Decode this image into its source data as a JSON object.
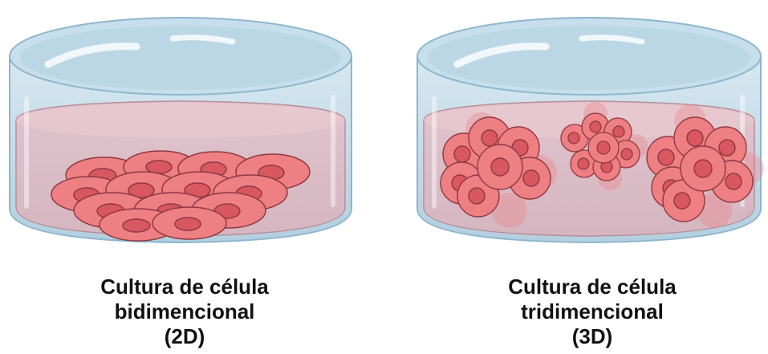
{
  "panels": [
    {
      "id": "2d",
      "caption": {
        "line1": "Cultura de célula",
        "line2": "bidimencional",
        "line3": "(2D)"
      }
    },
    {
      "id": "3d",
      "caption": {
        "line1": "Cultura de célula",
        "line2": "tridimencional",
        "line3": "(3D)"
      }
    }
  ],
  "colors": {
    "dish_glass": "#bcd6e6",
    "dish_rim": "#8fb6cc",
    "medium": "#e9c6cd",
    "cell_fill": "#ee7f83",
    "cell_nucleus": "#d85760",
    "cell_outline": "#8e3a3f",
    "text": "#111111"
  }
}
